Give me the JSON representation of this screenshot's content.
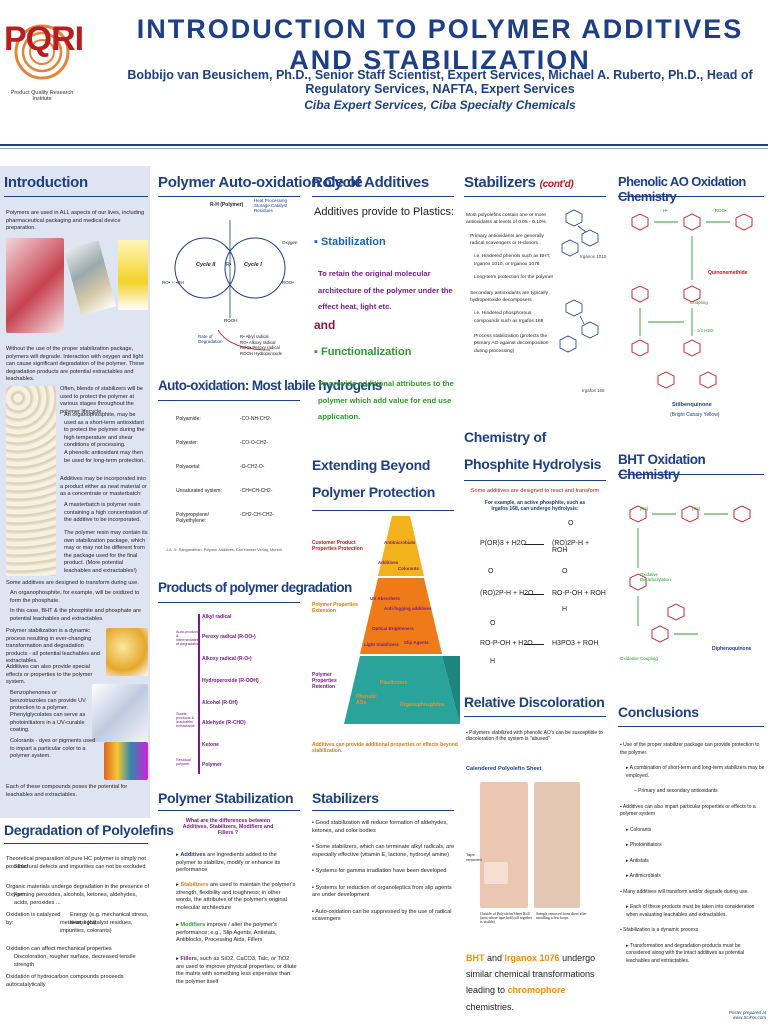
{
  "header": {
    "title": "INTRODUCTION TO POLYMER ADDITIVES AND STABILIZATION",
    "authors": "Bobbijo van Beusichem, Ph.D., Senior Staff Scientist, Expert Services, Michael A. Ruberto, Ph.D., Head of Regulatory Services, NAFTA, Expert Services",
    "affiliation": "Ciba Expert Services, Ciba Specialty Chemicals",
    "logo_text": "PQRI",
    "logo_sub": "Product Quality Research Institute"
  },
  "introduction": {
    "heading": "Introduction",
    "p1": "Polymers are used in ALL aspects of our lives, including pharmaceutical packaging and medical device preparation.",
    "p2": "Without the use of the proper stabilization package, polymers will degrade. Interaction with oxygen and light can cause significant degradation of the polymer. These degradation products are potential extractables and leachables.",
    "p3": "Often, blends of stabilizers will be used to protect the polymer at various stages throughout the polymer lifecycle.",
    "b1": "An organophosphite, may be used as a short-term antioxidant to protect the polymer during the high temperature and shear conditions of processing.",
    "b2": "A phenolic antioxidant may then be used for long-term protection.",
    "p4": "Additives may be incorporated into a product either as neat material or as a concentrate or masterbatch:",
    "b3": "A masterbatch is polymer resin containing a high concentration of the additive to be incorporated.",
    "b4": "The polymer resin may contain its own stabilization package, which may or may not be different from the package used for the final product. (More potential leachables and extractables!)",
    "p5": "Some additives are designed to transform during use.",
    "b5": "An organophosphite, for example, will be oxidized to form the phosphate.",
    "b6": "In this case, BHT & the phosphite and phosphate are potential leachables and extractables.",
    "p6": "Polymer stabilization is a dynamic process resulting in ever-changing transformation and degradation products - all potential leachables and extractables.",
    "p7": "Additives can also provide special effects or properties to the polymer system.",
    "b7": "Benzophenones or benzotriazoles can provide UV protection to a polymer.",
    "b8": "Phenylglycolates can serve as photoinitiators in a UV-curable coating.",
    "b9": "Colorants - dyes or pigments used to impart a particular color to a polymer system.",
    "p8": "Each of these compounds poses the potential for leachables and extractables."
  },
  "degradation": {
    "heading": "Degradation of Polyolefins",
    "l1": "Theoretical preparation of pure HC polymer is simply not possible!",
    "l1b": "Structural defects and impurities can not be excluded",
    "l2": "Organic materials undergo degradation in the presence of Oxygen.",
    "l2b": "Forming peroxides, alcohols, ketones, aldehydes, acids, peroxides ...",
    "l3": "Oxidation is catalyzed by:",
    "l3a": "Energy (e.g. mechanical stress, heat, light)",
    "l3b": "metal-ions (catalyst residues, impurities, colorants)",
    "l4": "Oxidation can affect mechanical properties",
    "l4b": "Discoloration, rougher surface, decreased tensile strength",
    "l5": "Oxidation of hydrocarbon compounds proceeds autocatalytically"
  },
  "autox": {
    "heading": "Polymer Auto-oxidation Cycle",
    "cycle1": "Cycle II",
    "cycle2": "Cycle I",
    "top_label": "R-H (Polymer)",
    "top_label2": "Heat Processing Storage Catalyst Residues",
    "oxygen": "Oxygen",
    "rate": "Rate of Degradation",
    "legend": [
      "R• Alkyl radical",
      "RO• Alkoxy radical",
      "ROO• Peroxy radical",
      "ROOH Hydroperoxide"
    ],
    "ro": "RO• + •OH",
    "roo": "ROO•",
    "rooh": "ROOH",
    "r": "R•"
  },
  "labile": {
    "heading": "Auto-oxidation: Most labile hydrogens",
    "rows": [
      {
        "name": "Polyamide:",
        "formula": "-CO-NH-CH2-"
      },
      {
        "name": "Polyester:",
        "formula": "-CO-O-CH2-"
      },
      {
        "name": "Polyacetal:",
        "formula": "-O-CH2-O-"
      },
      {
        "name": "Unsaturated system:",
        "formula": "-CH=CH-CH2-"
      },
      {
        "name": "Polypropylene/ Polyethylene:",
        "formula": "-CH2-CH-CH2-"
      }
    ],
    "ref": "J.A. Jr. Ranganathan: Polymer Additives; Carl Hanser Verlag, Munich"
  },
  "products": {
    "heading": "Products of polymer degradation",
    "left1": "Alkyl radical",
    "left2": "Peroxy radical (R-OO•)",
    "left3": "Alkoxy radical (R-O•)",
    "left4": "Hydroperoxide (R-OOH)",
    "left5": "Alcohol (R-OH)",
    "left6": "Aldehyde (R-CHO)",
    "left7": "Ketone",
    "left8": "Polymer",
    "side1": "Auto-products & intermediates of degradation",
    "side2": "Stable products & leachable/ extractable",
    "side3": "Residual polymer"
  },
  "stabilization": {
    "heading": "Polymer Stabilization",
    "q": "What are the differences between Additives, Stabilizers, Modifiers and Fillers ?",
    "b1k": "Additives",
    "b1": " are ingredients added to the polymer to stabilize, modify or enhance its performance",
    "b2k": "Stabilizers",
    "b2": " are used to maintain the polymer's strength, flexibility and toughness; in other words, the attributes of the polymer's original molecular architecture",
    "b3k": "Modifiers",
    "b3": " improve / alter the polymer's performance; e.g., Slip Agents, Antistats, Antiblocks, Processing Aids, Fillers",
    "b4k": "Fillers",
    "b4": ", such as SiO2, CaCO3, Talc, or TiO2 are used to improve physical properties, or dilute the matrix with something less expensive than the polymer itself"
  },
  "role": {
    "heading": "Role of Additives",
    "intro": "Additives provide to Plastics:",
    "stab": "Stabilization",
    "stab_desc": "To retain the original molecular architecture of the polymer under the effect heat, light etc.",
    "and": "and",
    "func": "Functionalization",
    "func_desc": "To provide additional attributes to the polymer which add value for end use application."
  },
  "extending": {
    "heading": "Extending Beyond Polymer Protection",
    "label_top": "Customer Product Properties Protection",
    "label_mid": "Polymer Properties Extension",
    "label_bot": "Polymer Properties Retention",
    "pyr_top": [
      "Antimicrobials",
      "Additives",
      "Colorants"
    ],
    "pyr_mid": [
      "UV Absorbers",
      "Anti-fogging additives",
      "Optical Brighteners",
      "Light Stabilizers",
      "Slip Agents"
    ],
    "pyr_bot": [
      "Plasticizers",
      "Phenolic AOs",
      "Organophosphites"
    ],
    "caption": "Additives can provide additional properties or effects beyond stabilization."
  },
  "stabilizers": {
    "heading": "Stabilizers",
    "items": [
      "Good stabilization will reduce formation of aldehydes, ketones, and color bodies",
      "Some stabilizers, which can terminate alkyl radicals, are especially effective (vitamin E, lactone, hydroxyl amine)",
      "Systems for gamma irradiation have been developed",
      "Systems for reduction of organoleptics from slip agents are under development",
      "Auto-oxidation can be suppressed by the use of radical scavengers"
    ]
  },
  "stabcont": {
    "heading": "Stabilizers",
    "cont": "(cont'd)",
    "items": [
      "Most polyolefins contain one or more antioxidants at levels of 0.05 - 0.10%",
      "Primary antioxidants are generally radical scavengers or H-donors",
      "i.e. Hindered phenols such as BHT, Irganox 1010, or Irganox 1076",
      "Long-term protection for the polymer",
      "Secondary antioxidants are typically hydroperoxide decomposers",
      "i.e. Hindered phosphorous compounds such as Irgafos 168",
      "Process stabilization (protects the primary AO against decomposition during processing)"
    ],
    "mol1": "Irganox 1010",
    "mol2": "Irgafos 168"
  },
  "phosphite": {
    "heading": "Chemistry of Phosphite Hydrolysis",
    "lead": "Some additives are designed to react and transform",
    "lead2": "For example, an active phosphite, such as Irgafos 168, can undergo hydrolysis:",
    "eq1l": "P(OR)3 + H2O",
    "eq1r": "(RO)2P-H + ROH",
    "eq2l": "(RO)2P-H + H2O",
    "eq2r": "RO-P-OH + ROH",
    "eq3l": "RO-P-OH + H2O",
    "eq3r": "H3PO3 + ROH",
    "o": "O",
    "h": "H"
  },
  "discoloration": {
    "heading": "Relative Discoloration",
    "b1": "Polymers stabilized with phenolic AO's can be susceptible to discoloration if the system is \"abused\"",
    "film": "Calendered Polyolefin Sheet",
    "tape": "Tape removed",
    "cap1": "Outside of Polyolefin Sheet Roll (area where tape held roll together is visible)",
    "cap2": "Sample removed from sheet after unrolling a few loops",
    "foot_bht": "BHT",
    "foot_and": " and ",
    "foot_irg": "Irganox 1076",
    "foot_mid": " undergo similar chemical transformations leading to ",
    "foot_chrom": "chromophore",
    "foot_end": " chemistries."
  },
  "phenolic": {
    "heading": "Phenolic AO Oxidation Chemistry",
    "quinone": "Quinonemethide",
    "coupling": "Coupling",
    "stilbene": "Stilbenquinone",
    "stilbene2": "(Bright Canary Yellow)",
    "minus_h": "- H•",
    "minus_roo": "- ROO•",
    "one_h": "- 1/2 H2O"
  },
  "bht": {
    "heading": "BHT Oxidation Chemistry",
    "ox": "[Ox]",
    "oxid": "Oxidative Decarboxylation",
    "oxc": "Oxidative Coupling",
    "dpq": "Diphenoquinone"
  },
  "conclusions": {
    "heading": "Conclusions",
    "items": [
      "Use of the proper stabilizer package can provide protection to the polymer.",
      "A combination of short-term and long-term stabilizers may be employed.",
      "Primary and secondary antioxidants",
      "Additives can also impart particular properties or effects to a polymer system",
      "Colorants",
      "Photoinitiators",
      "Antistats",
      "Antimicrobials",
      "Many additives will transform and/or degrade during use.",
      "Each of these products must be taken into consideration when evaluating leachables and extractables.",
      "Stabilization is a dynamic process",
      "Transformation and degradation products must be considered along with the intact additives as potential leachables and extractables."
    ],
    "footer": "Poster prepared at www.SciFor.com"
  },
  "colors": {
    "navy": "#1d3f86",
    "red": "#c0151a",
    "green": "#2c9a2c",
    "orange": "#e07a00",
    "purple": "#7a1a8a"
  }
}
